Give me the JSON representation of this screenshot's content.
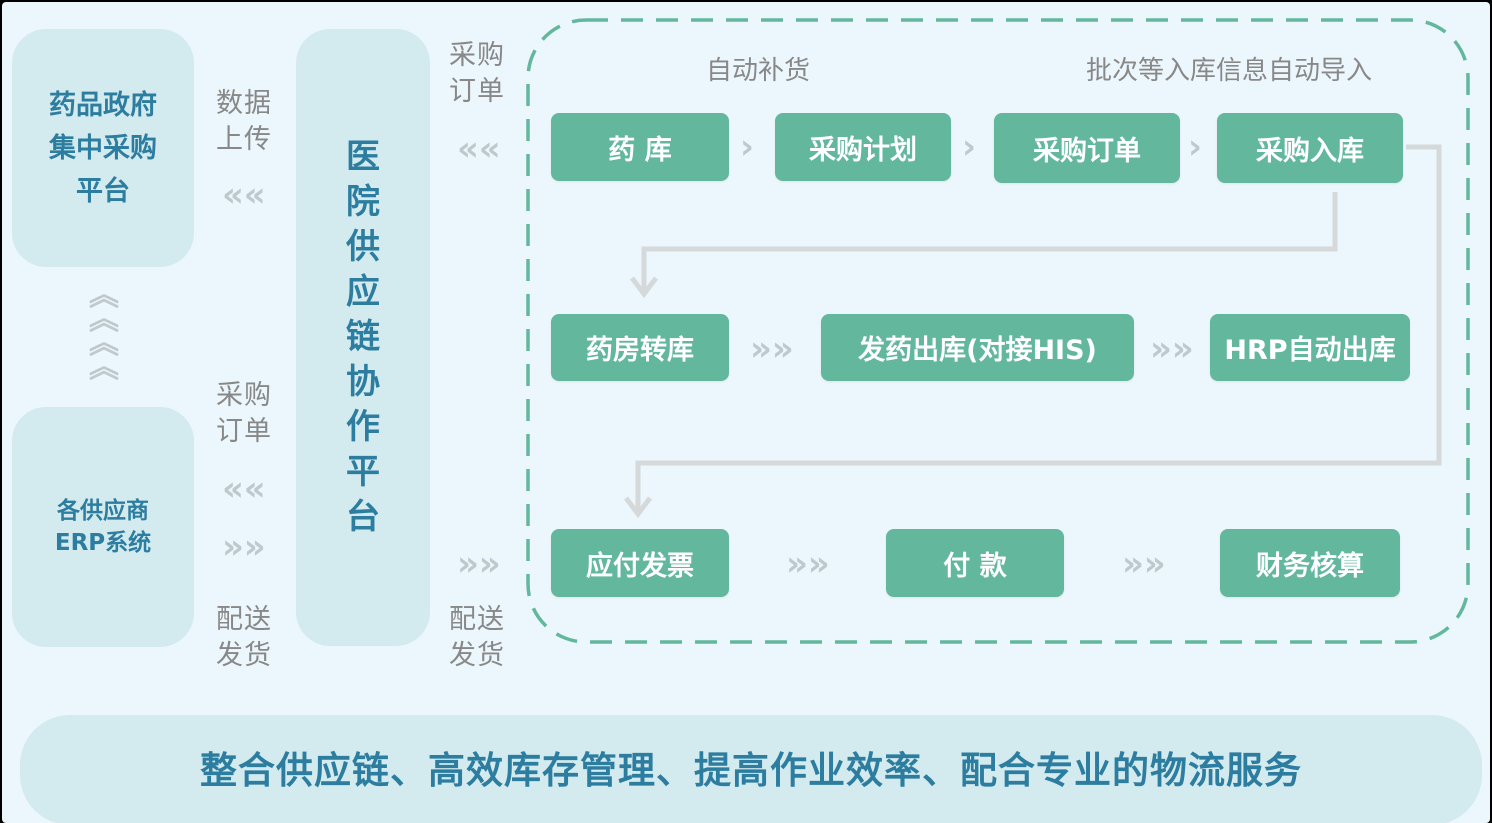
{
  "panels": {
    "gov_platform": "药品政府\n集中采购\n平台",
    "erp_system": "各供应商\nERP系统",
    "hospital_platform": "医院供应链协作平台"
  },
  "flow_labels": {
    "data_upload": "数据\n上传",
    "purchase_order_left": "采购\n订单",
    "delivery_left": "配送\n发货",
    "purchase_order_right": "采购\n订单",
    "delivery_right": "配送\n发货",
    "auto_replenish": "自动补货",
    "batch_import": "批次等入库信息自动导入"
  },
  "nodes": {
    "pharmacy_store": "药 库",
    "purchase_plan": "采购计划",
    "purchase_order": "采购订单",
    "purchase_inbound": "采购入库",
    "dispensary_transfer": "药房转库",
    "dispense_outbound": "发药出库(对接HIS)",
    "hrp_outbound": "HRP自动出库",
    "payable_invoice": "应付发票",
    "payment": "付 款",
    "financial_accounting": "财务核算"
  },
  "footer": {
    "slogan": "整合供应链、高效库存管理、提高作业效率、配合专业的物流服务"
  },
  "colors": {
    "background": "#ecf7fd",
    "panel": "#d3ebee",
    "node": "#62b79d",
    "title_text": "#2d7da0",
    "dashed_border": "#62b79d",
    "connector": "#d6d9d9"
  }
}
